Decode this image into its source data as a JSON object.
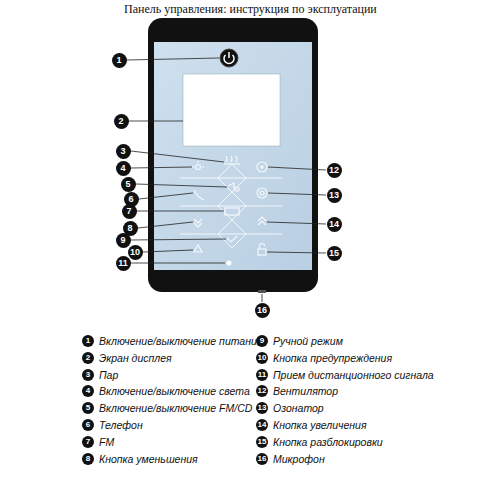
{
  "diagram": {
    "title": "Панель управления: инструкция по эксплуатации",
    "labels": [
      "1",
      "2",
      "3",
      "4",
      "5",
      "6",
      "7",
      "8",
      "9",
      "10",
      "11",
      "12",
      "13",
      "14",
      "15",
      "16",
      "1",
      "Включение/выключение питания",
      "2",
      "Экран дисплея",
      "3",
      "Пар",
      "4",
      "Включение/выключение света",
      "5",
      "Включение/выключение FM/CD",
      "6",
      "Телефон",
      "7",
      "FM",
      "8",
      "Кнопка уменьшения",
      "9",
      "Ручной режим",
      "10",
      "Кнопка предупреждения",
      "11",
      "Прием дистанционного сигнала",
      "12",
      "Вентилятор",
      "13",
      "Озонатор",
      "14",
      "Кнопка увеличения",
      "15",
      "Кнопка разблокировки",
      "16",
      "Микрофон"
    ]
  }
}
